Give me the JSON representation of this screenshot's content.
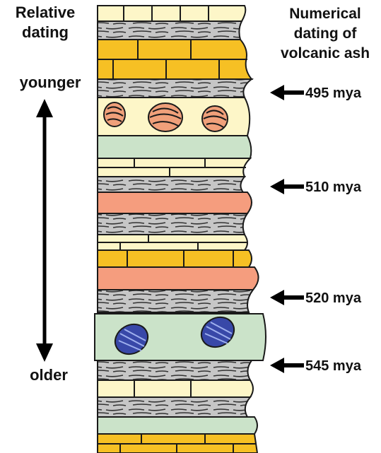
{
  "labels": {
    "relative_dating": [
      "Relative",
      "dating"
    ],
    "numerical_dating": [
      "Numerical",
      "dating of",
      "volcanic ash"
    ],
    "younger": "younger",
    "older": "older"
  },
  "ash_dates": [
    "495 mya",
    "510 mya",
    "520 mya",
    "545 mya"
  ],
  "colors": {
    "limestone": "#f6c024",
    "sandstone": "#fdf6c8",
    "mudstone": "#cbe3c9",
    "shale": "#c6c6c6",
    "volcanic_ash": "#f59d7e",
    "fossil_shell": "#f0a07a",
    "trilobite": "#3848a8",
    "outline": "#1a1a1a"
  }
}
